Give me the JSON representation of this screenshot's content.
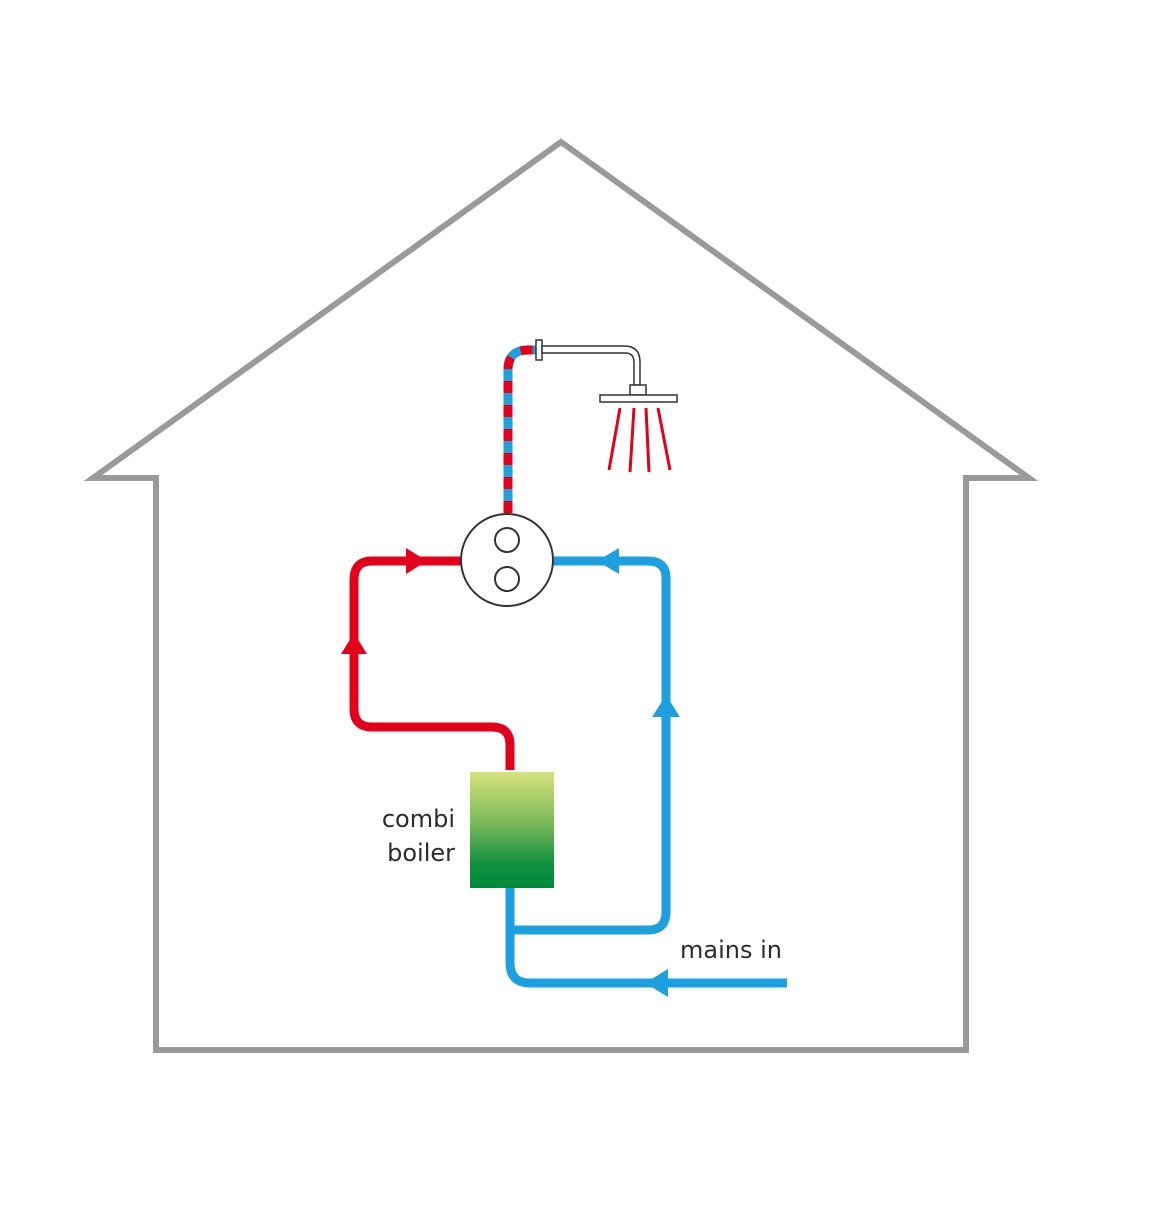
{
  "boiler": {
    "label_line1": "combi",
    "label_line2": "boiler"
  },
  "mains": {
    "label": "mains in"
  },
  "colors": {
    "house_outline": "#9a9a9a",
    "hot_pipe": "#e2001a",
    "cold_pipe": "#1ea0e0",
    "boiler_top": "#d6e27a",
    "boiler_bottom": "#008a3c",
    "outline": "#333333"
  }
}
